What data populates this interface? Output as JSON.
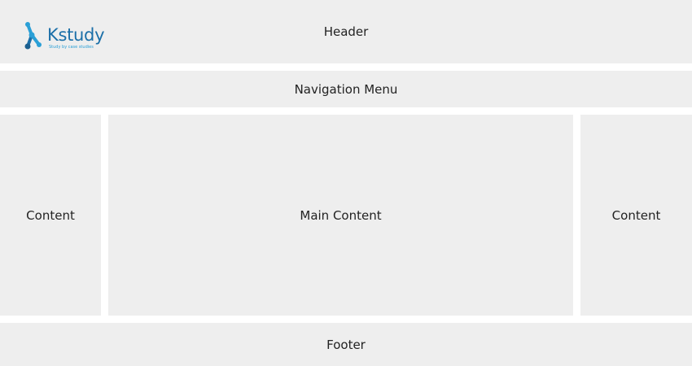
{
  "header": {
    "title": "Header",
    "logo": {
      "name": "Kstudy",
      "tagline": "Study by case studies"
    }
  },
  "nav": {
    "label": "Navigation Menu"
  },
  "sidebar_left": {
    "label": "Content"
  },
  "main": {
    "label": "Main Content"
  },
  "sidebar_right": {
    "label": "Content"
  },
  "footer": {
    "label": "Footer"
  },
  "colors": {
    "box_bg": "#eeeeee",
    "page_bg": "#ffffff",
    "logo_dark": "#1b6fa8",
    "logo_light": "#2a9fd6"
  }
}
